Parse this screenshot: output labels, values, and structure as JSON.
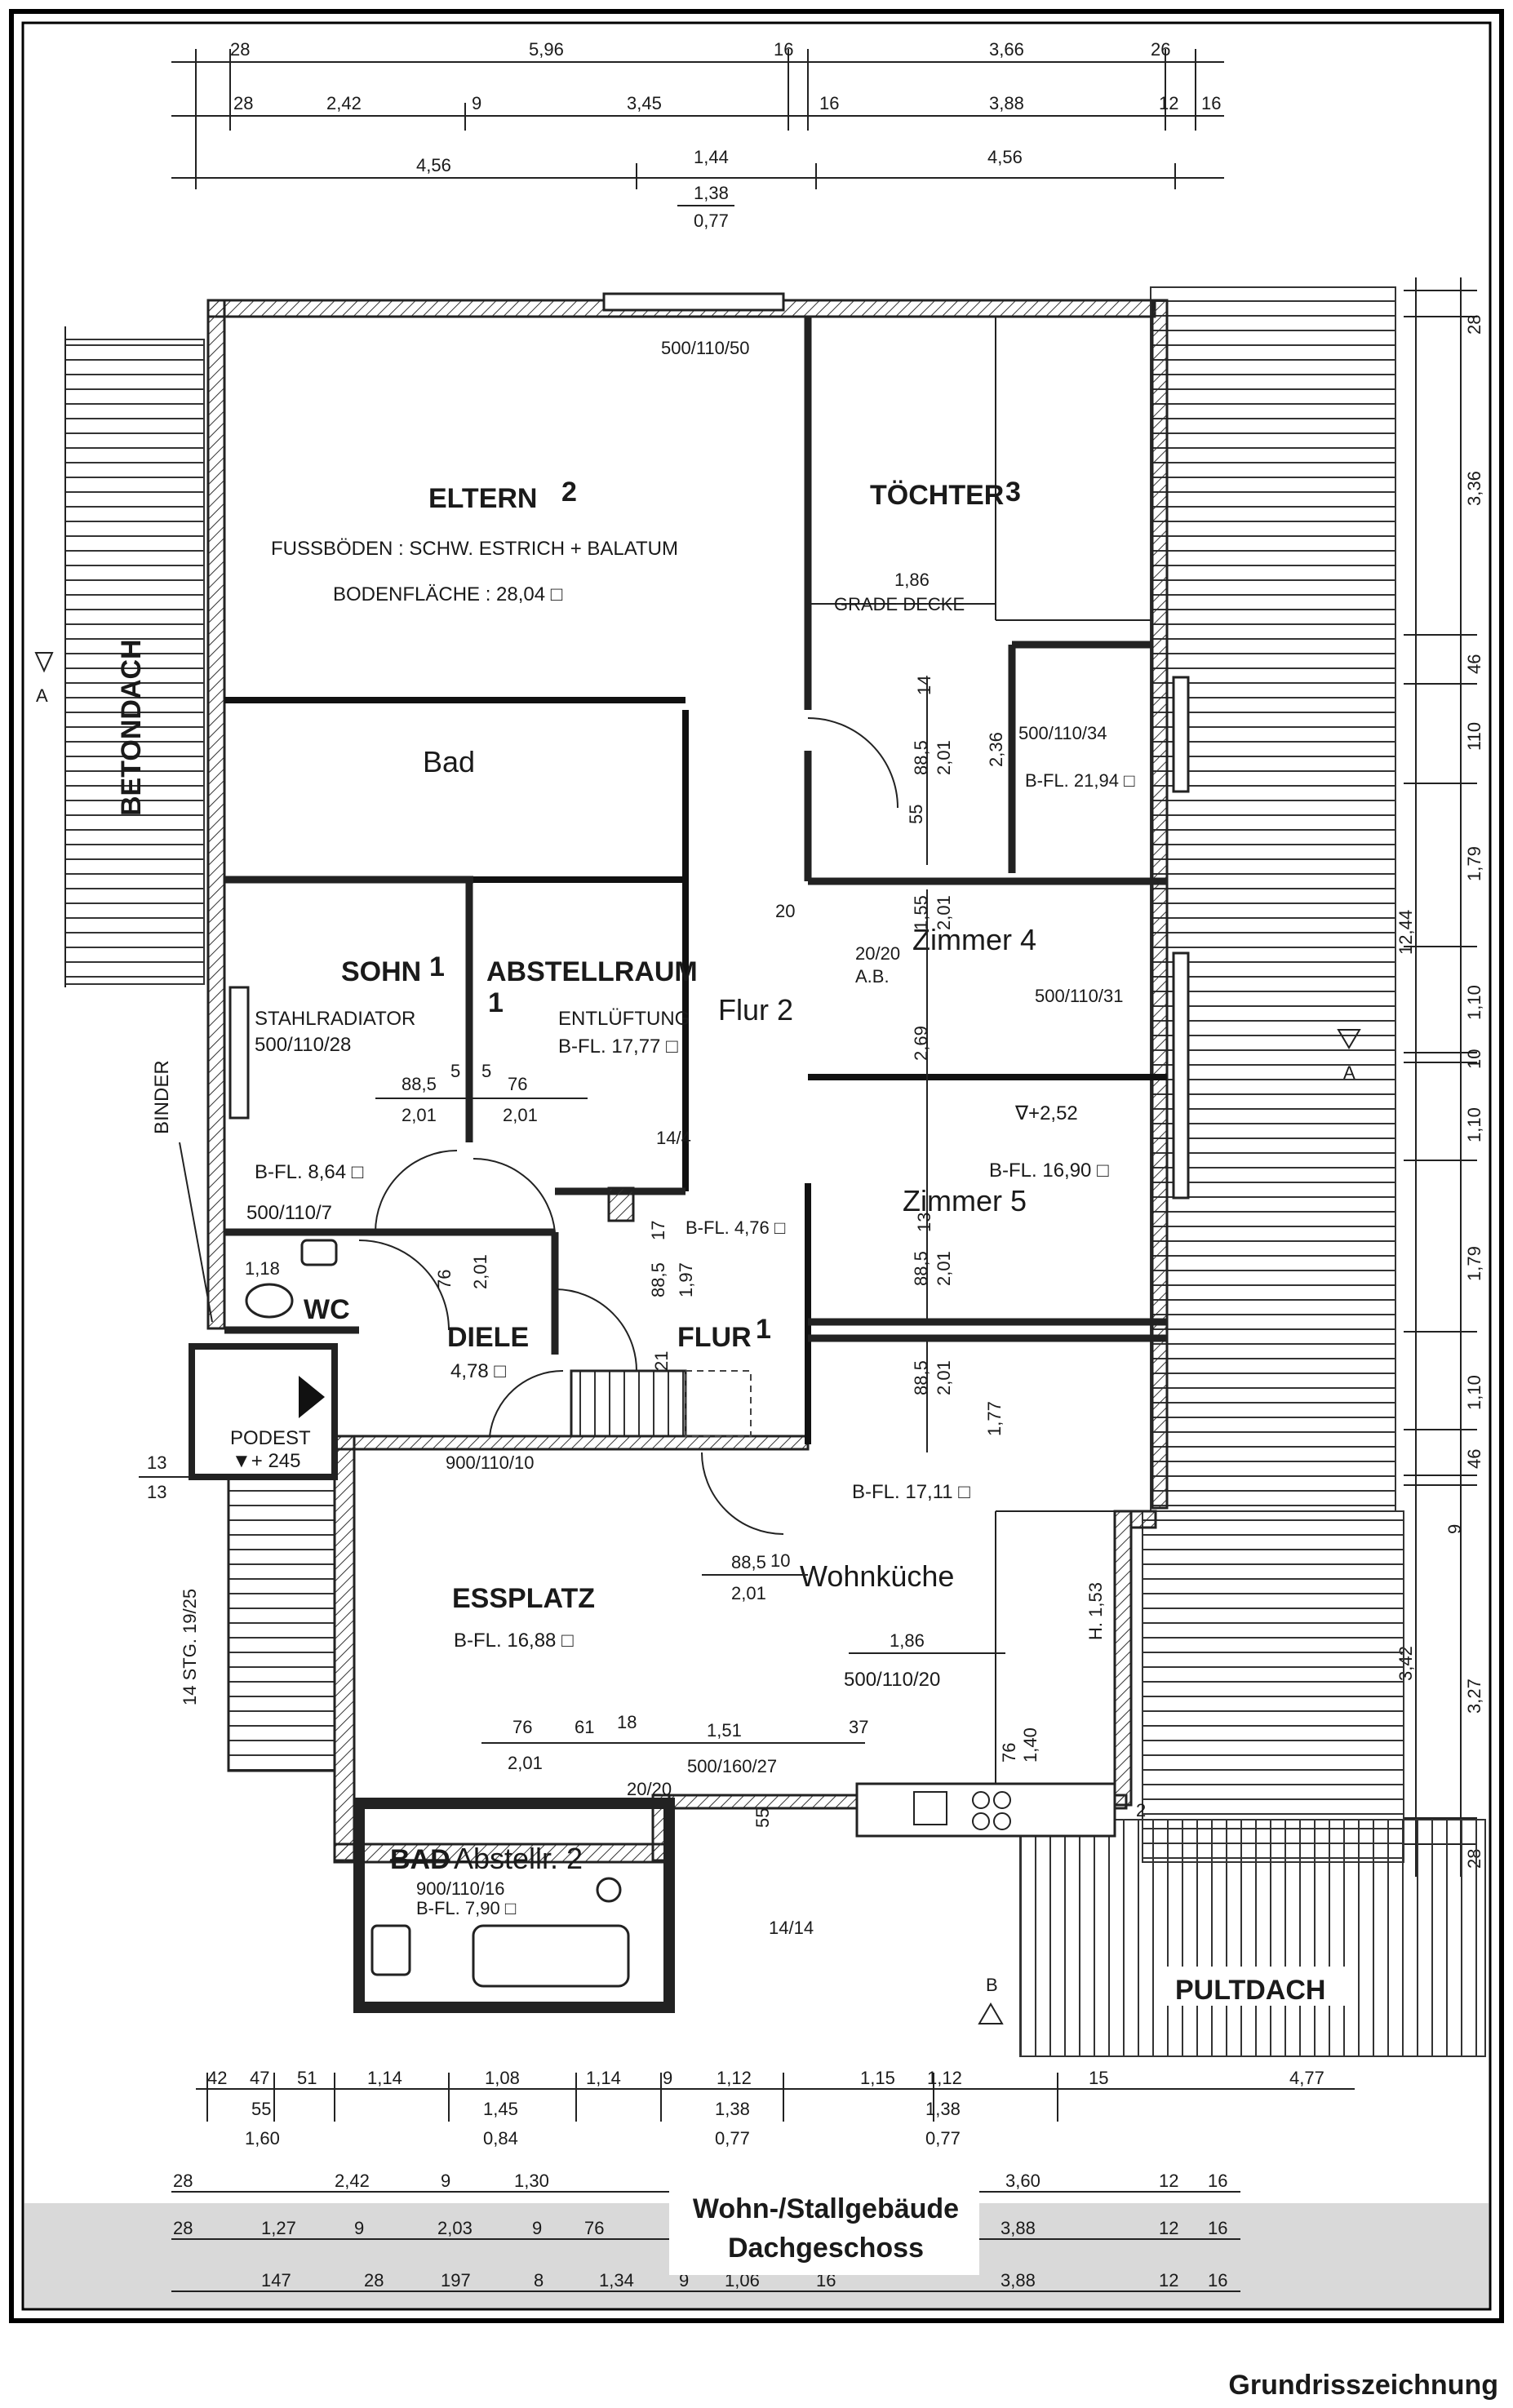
{
  "dims": {
    "top_row1": [
      "28",
      "5,96",
      "16",
      "3,66",
      "26"
    ],
    "top_row2": [
      "28",
      "2,42",
      "9",
      "3,45",
      "16",
      "3,88",
      "12",
      "16"
    ],
    "top_row3": [
      "4,56",
      "1,44",
      "4,56"
    ],
    "top_row3_sub": [
      "1,38",
      "0,77"
    ],
    "right": [
      "28",
      "3,36",
      "46",
      "110",
      "1,79",
      "1,10",
      "10",
      "1,10",
      "1,79",
      "1,10",
      "46",
      "9",
      "3,27",
      "28"
    ],
    "right_total": "12,44",
    "right_lower": "3,42",
    "bottom_row1": [
      "42",
      "47",
      "51",
      "1,14",
      "1,08",
      "1,14",
      "9",
      "1,12",
      "1,15",
      "1,12",
      "15",
      "4,77"
    ],
    "bottom_row1_sub": [
      "55",
      "1,60",
      "1,45",
      "0,84",
      "1,38",
      "0,77",
      "1,38",
      "0,77"
    ],
    "bottom_row2": [
      "28",
      "2,42",
      "9",
      "1,30",
      "3,60",
      "12",
      "16"
    ],
    "bottom_row3": [
      "28",
      "1,27",
      "9",
      "2,03",
      "9",
      "76",
      "3,88",
      "12",
      "16"
    ],
    "bottom_row4": [
      "147",
      "28",
      "197",
      "8",
      "1,34",
      "9",
      "1,06",
      "16",
      "3,88",
      "12",
      "16"
    ]
  },
  "rooms": {
    "eltern": {
      "name": "ELTERN",
      "num": "2",
      "floor": "FUSSBÖDEN : SCHW. ESTRICH + BALATUM",
      "area": "BODENFLÄCHE : 28,04 □"
    },
    "toechter": {
      "name": "TÖCHTER",
      "num": "3",
      "ceiling_dim": "1,86",
      "ceiling": "GRADE DECKE",
      "window": "500/110/34",
      "area": "B-FL. 21,94 □",
      "d1": "14",
      "d2": "88,5",
      "d3": "2,01",
      "d4": "2,36",
      "d5": "55"
    },
    "bad": {
      "name": "Bad"
    },
    "sohn": {
      "name": "SOHN",
      "num": "1",
      "radiator": "STAHLRADIATOR",
      "window": "500/110/28",
      "area": "B-FL. 8,64 □",
      "window2": "500/110/7",
      "d1": "88,5",
      "d2": "2,01",
      "d3": "5",
      "d4": "5"
    },
    "abstellraum": {
      "name": "ABSTELLRAUM",
      "num": "1",
      "vent": "ENTLÜFTUNG",
      "area": "B-FL. 17,77 □",
      "d1": "76",
      "d2": "2,01"
    },
    "flur2": {
      "name": "Flur 2"
    },
    "zimmer4": {
      "name": "Zimmer 4",
      "chimney": "20/20",
      "ab": "A.B.",
      "window": "500/110/31",
      "d1": "20",
      "d2": "1,55",
      "d3": "2,01",
      "d4": "2,69"
    },
    "zimmer5": {
      "name": "Zimmer 5",
      "level": "∇+2,52",
      "area": "B-FL. 16,90 □",
      "d1": "88,5",
      "d2": "2,01",
      "d3": "13"
    },
    "wc": {
      "name": "WC",
      "d1": "1,18"
    },
    "diele": {
      "name": "DIELE",
      "area": "4,78 □",
      "d1": "76",
      "d2": "2,01",
      "d3": "21"
    },
    "flur1": {
      "name": "FLUR",
      "num": "1",
      "area": "B-FL. 4,76 □",
      "d1": "17",
      "d2": "88,5",
      "d3": "1,97"
    },
    "podest": {
      "name": "PODEST",
      "level": "▼+ 245"
    },
    "stair": {
      "label": "14 STG. 19/25",
      "dim_a": "13",
      "dim_b": "13"
    },
    "essplatz": {
      "name": "ESSPLATZ",
      "area": "B-FL. 16,88 □",
      "window": "900/110/10",
      "d1": "76",
      "d2": "2,01",
      "d3": "61",
      "d4": "18",
      "d5": "1,51",
      "d6": "37",
      "window2": "500/160/27",
      "chimney": "20/20",
      "d7": "55"
    },
    "wohnkueche": {
      "name": "Wohnküche",
      "area": "B-FL. 17,11 □",
      "d1": "88,5",
      "d2": "2,01",
      "d3": "1,77",
      "d4": "88,5",
      "d5": "10",
      "d6": "2,01",
      "d7": "1,86",
      "window": "500/110/20",
      "height": "H. 1,53",
      "d8": "76",
      "d9": "1,40",
      "d10": "2"
    },
    "bad_abstell": {
      "old": "BAD",
      "name": "Abstellr. 2",
      "window": "900/110/16",
      "area": "B-FL. 7,90 □"
    }
  },
  "labels": {
    "window_top": "500/110/50",
    "betondach": "BETONDACH",
    "binder": "BINDER",
    "pultdach": "PULTDACH",
    "section_a": "A",
    "section_b": "B",
    "flue_top": "14/4",
    "flue_bottom": "14/14"
  },
  "caption": {
    "line1": "Wohn-/Stallgebäude",
    "line2": "Dachgeschoss",
    "footer": "Grundrisszeichnung"
  },
  "colors": {
    "ink": "#1a1a1a",
    "paper": "#ffffff",
    "scan_grey": "#d9d9d9"
  }
}
